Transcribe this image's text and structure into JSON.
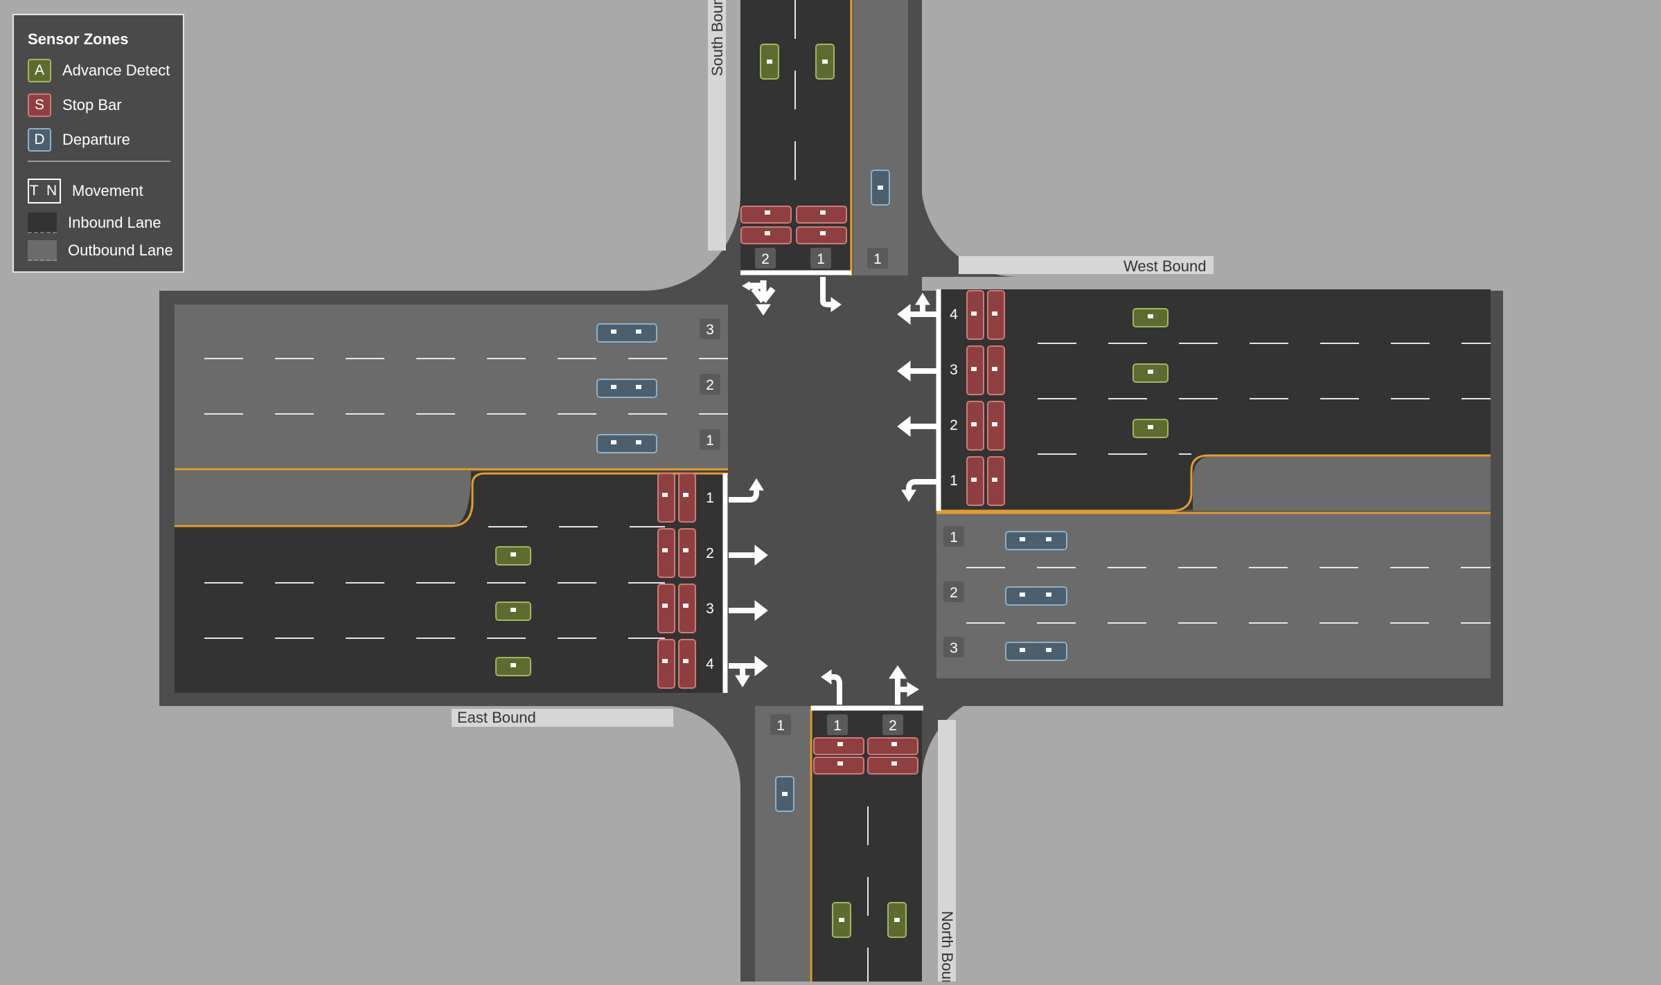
{
  "legend": {
    "title": "Sensor Zones",
    "items": [
      {
        "letter": "A",
        "label": "Advance Detect",
        "kind": "advance",
        "color": "#5d6b2e"
      },
      {
        "letter": "S",
        "label": "Stop Bar",
        "kind": "stop",
        "color": "#8f3f3f"
      },
      {
        "letter": "D",
        "label": "Departure",
        "kind": "departure",
        "color": "#4c5f6e"
      }
    ],
    "movement": {
      "letters": "T N",
      "label": "Movement"
    },
    "lanes": [
      {
        "label": "Inbound Lane",
        "color": "#333333"
      },
      {
        "label": "Outbound Lane",
        "color": "#6b6b6b"
      }
    ]
  },
  "streets": {
    "south": "South Bound",
    "west": "West Bound",
    "east": "East Bound",
    "north": "North Bound"
  },
  "lane_numbers": {
    "sb_inbound": [
      "2",
      "1"
    ],
    "sb_outbound": [
      "1"
    ],
    "wb_inbound": [
      "4",
      "3",
      "2",
      "1"
    ],
    "wb_outbound": [
      "1",
      "2",
      "3"
    ],
    "eb_outbound": [
      "3",
      "2",
      "1"
    ],
    "eb_inbound": [
      "1",
      "2",
      "3",
      "4"
    ],
    "nb_outbound": [
      "1"
    ],
    "nb_inbound": [
      "1",
      "2"
    ]
  },
  "colors": {
    "background": "#a9a9a9",
    "inbound_lane": "#333333",
    "outbound_lane": "#6b6b6b",
    "center_line": "#e69b2e",
    "advance": "#5d6b2e",
    "stop_bar": "#8f3f3f",
    "departure": "#4c5f6e"
  }
}
